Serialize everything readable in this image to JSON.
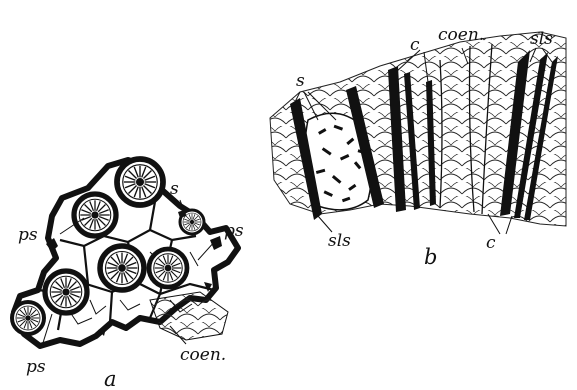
{
  "panel_a": {
    "panel_label": "a",
    "labels": {
      "ps_left": "ps",
      "s": "s",
      "ps_right": "ps",
      "ps_bottom": "ps",
      "coen": "coen."
    }
  },
  "panel_b": {
    "panel_label": "b",
    "labels": {
      "s": "s",
      "c_top": "c",
      "coen": "coen.",
      "sls_top": "sls",
      "sls_bottom": "sls",
      "c_bottom": "c"
    }
  }
}
